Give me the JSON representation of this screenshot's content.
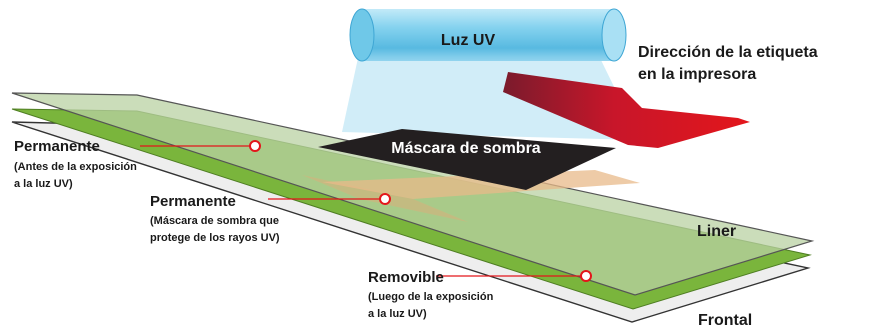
{
  "uv_light": {
    "label": "Luz UV"
  },
  "direction": {
    "line1": "Dirección de la etiqueta",
    "line2": "en la impresora"
  },
  "shadow_mask": {
    "label": "Máscara de sombra"
  },
  "liner": {
    "label": "Liner"
  },
  "frontal": {
    "label": "Frontal"
  },
  "callouts": [
    {
      "title": "Permanente",
      "line1": "(Antes de la exposición",
      "line2": "a la luz UV)"
    },
    {
      "title": "Permanente",
      "line1": "(Máscara de sombra que",
      "line2": "protege de los rayos UV)"
    },
    {
      "title": "Removible",
      "line1": "(Luego de la exposición",
      "line2": "a la luz UV)"
    }
  ],
  "colors": {
    "uv_cylinder": "#6fc8e8",
    "uv_beam": "#9ad7ef",
    "arrow": "#e3161b",
    "mask": "#231f20",
    "adhesive_green": "#7ab53c",
    "adhesive_orange": "#e07a1f",
    "callout_line": "#e3161b",
    "frontal_sheet": "#ececec",
    "liner_sheet": "#c9d8be"
  }
}
